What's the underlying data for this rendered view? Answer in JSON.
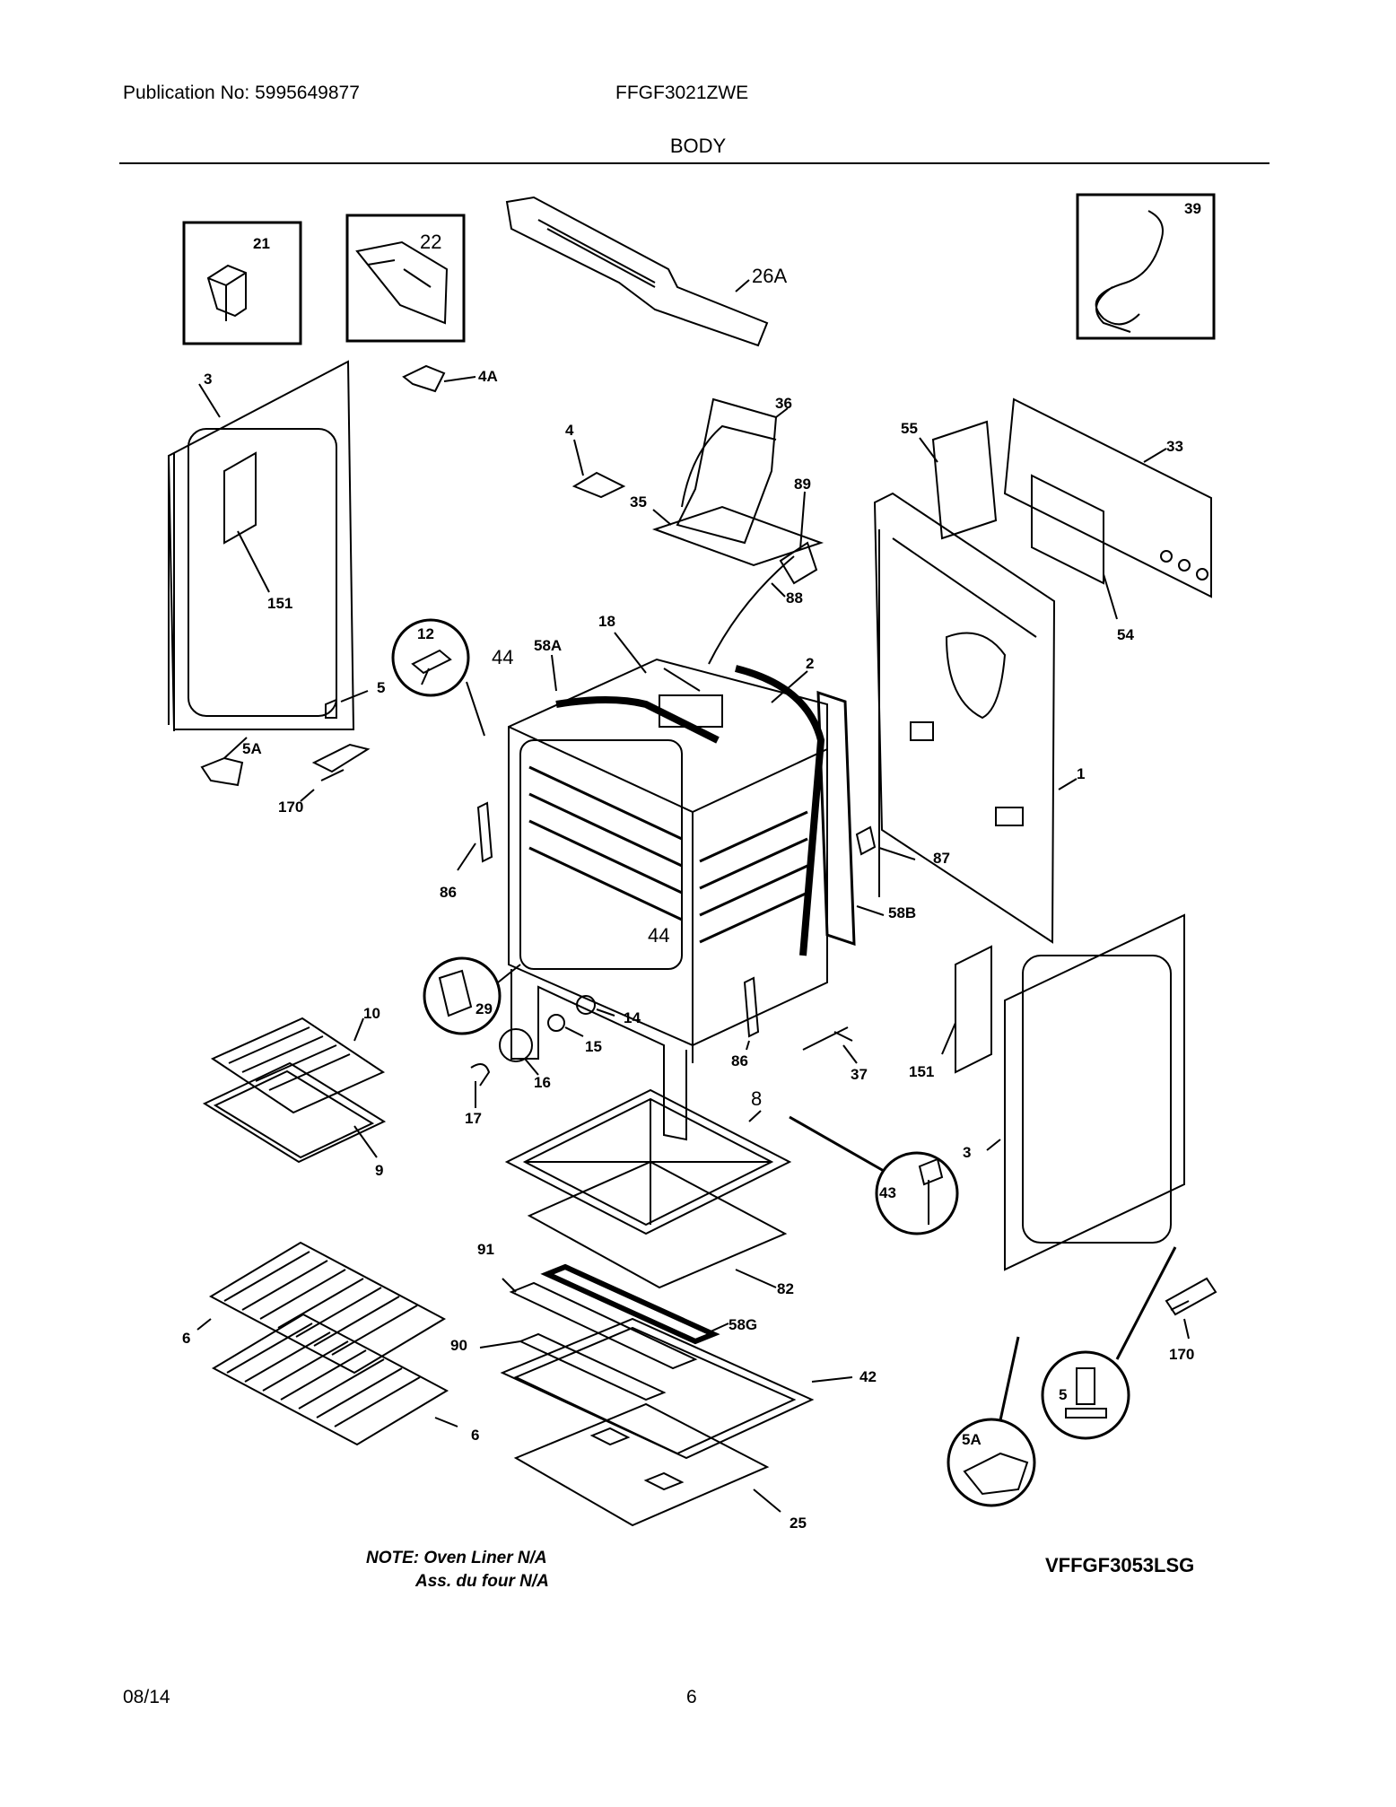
{
  "header": {
    "publication": "Publication No: 5995649877",
    "model": "FFGF3021ZWE",
    "section": "BODY"
  },
  "footer": {
    "date": "08/14",
    "page": "6"
  },
  "notes": {
    "line1": "NOTE: Oven Liner N/A",
    "line2": "Ass. du four N/A"
  },
  "variant_model": "VFFGF3053LSG",
  "callouts": {
    "c21": "21",
    "c22": "22",
    "c26A": "26A",
    "c39": "39",
    "c3_left": "3",
    "c4A": "4A",
    "c151_left": "151",
    "c4": "4",
    "c36": "36",
    "c35": "35",
    "c89": "89",
    "c88": "88",
    "c55": "55",
    "c33": "33",
    "c54": "54",
    "c12": "12",
    "c44_top": "44",
    "c58A": "58A",
    "c18": "18",
    "c2": "2",
    "c1": "1",
    "c5_left": "5",
    "c5A_left": "5A",
    "c170_left": "170",
    "c86_left": "86",
    "c87": "87",
    "c58B": "58B",
    "c44_mid": "44",
    "c29": "29",
    "c14": "14",
    "c15": "15",
    "c16": "16",
    "c17": "17",
    "c10": "10",
    "c9": "9",
    "c86_right": "86",
    "c37": "37",
    "c151_right": "151",
    "c3_right": "3",
    "c8": "8",
    "c43": "43",
    "c82": "82",
    "c91": "91",
    "c90": "90",
    "c58G": "58G",
    "c42": "42",
    "c6_top": "6",
    "c6_bot": "6",
    "c25": "25",
    "c170_right": "170",
    "c5_right": "5",
    "c5A_right": "5A"
  }
}
